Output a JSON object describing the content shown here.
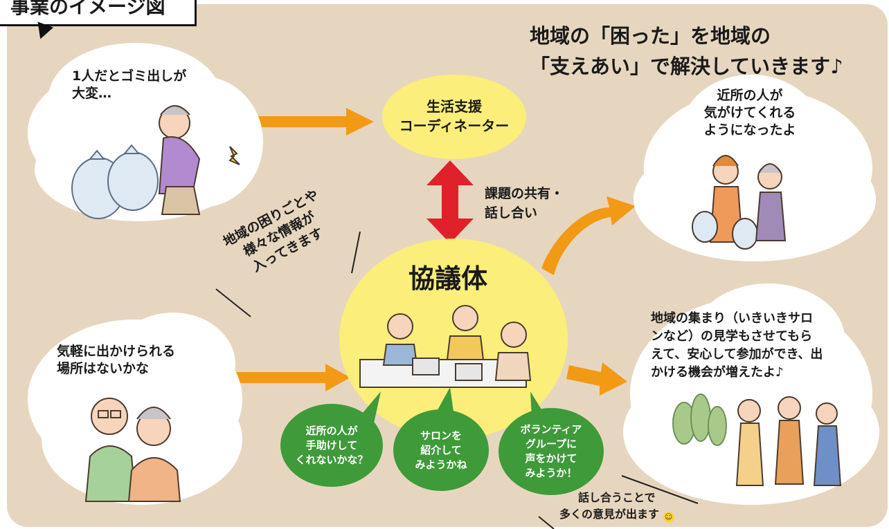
{
  "title": "事業のイメージ図",
  "headline": [
    "地域の「困った」を地域の",
    "「支えあい」で解決していきます♪"
  ],
  "coordinator": [
    "生活支援",
    "コーディネーター"
  ],
  "council": "協議体",
  "exchange": [
    "課題の共有・",
    "話し合い"
  ],
  "info_label": [
    "地域の困りごとや",
    "様々な情報が",
    "入ってきます"
  ],
  "cloud_garbage": [
    "1人だとゴミ出しが",
    "大変…"
  ],
  "cloud_outing": [
    "気軽に出かけられる",
    "場所はないかな"
  ],
  "cloud_neighbors": [
    "近所の人が",
    "気がけてくれる",
    "ようになったよ"
  ],
  "cloud_salon": [
    "地域の集まり（いきいきサロ",
    "ンなど）の見学もさせてもら",
    "えて、安心して参加ができ、出",
    "かける機会が増えたよ♪"
  ],
  "bubbles": [
    [
      "近所の人が",
      "手助けして",
      "くれないかな？"
    ],
    [
      "サロンを",
      "紹介して",
      "みようかね"
    ],
    [
      "ボランティア",
      "グループに",
      "声をかけて",
      "みようか！"
    ]
  ],
  "discussion_note": [
    "話し合うことで",
    "多くの意見が出ます"
  ],
  "colors": {
    "background": "#e7d6bf",
    "arrow_orange": "#f29a16",
    "arrow_red": "#e0202a",
    "ellipse_yellow": "#fbee7a",
    "bubble_green": "#3f9a3a"
  }
}
